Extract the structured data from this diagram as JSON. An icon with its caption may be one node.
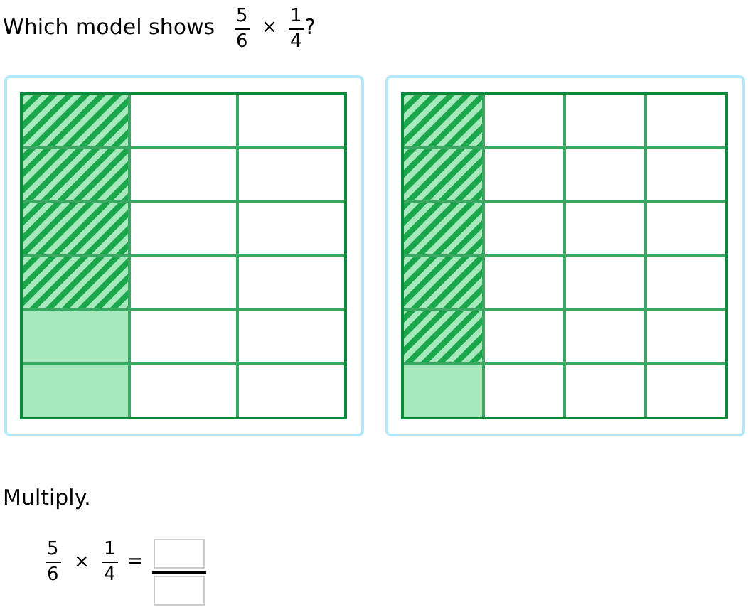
{
  "diagram": {
    "title": "Which model shows",
    "labels": [
      "5",
      "6",
      "×",
      "1",
      "4",
      "?",
      "Multiply.",
      "5",
      "6",
      "×",
      "1",
      "4",
      "="
    ]
  }
}
